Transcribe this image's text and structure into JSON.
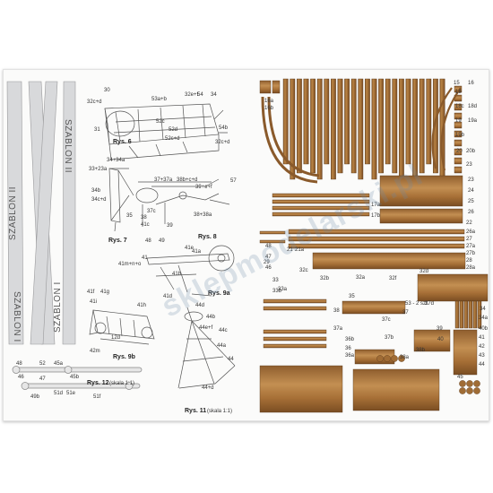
{
  "template_labels": [
    "SZABLON II",
    "SZABLON II",
    "SZABLON I",
    "SZABLON I"
  ],
  "figure_titles": {
    "rys6": "Rys. 6",
    "rys7": "Rys. 7",
    "rys8": "Rys. 8",
    "rys9a": "Rys. 9a",
    "rys9b": "Rys. 9b",
    "rys11": "Rys. 11",
    "rys11_scale": "(skala 1:1)",
    "rys12": "Rys. 12",
    "rys12_scale": "(skala 1:1)"
  },
  "left_labels": [
    "30",
    "32c+d",
    "31",
    "32c+d",
    "32e+f",
    "34",
    "35",
    "34b",
    "33+23a",
    "34+34a",
    "34c+d",
    "37+37a",
    "38b+c+d",
    "39+e+f",
    "37c",
    "38",
    "41c",
    "38+38a",
    "57",
    "48",
    "49",
    "39",
    "41",
    "41a",
    "41b",
    "41d",
    "41m+n+o",
    "41e",
    "41f",
    "41g",
    "41h",
    "41i",
    "42m",
    "44b",
    "44c",
    "44d",
    "44+d",
    "44e+f",
    "44a",
    "44",
    "45a",
    "45b",
    "46",
    "47",
    "48",
    "49b",
    "51d",
    "51e",
    "51f",
    "52",
    "52c",
    "52d",
    "52c+d",
    "53a+b",
    "54",
    "54b",
    "12d"
  ],
  "right_labels": [
    "15",
    "16",
    "16a",
    "16b",
    "18",
    "18c",
    "18d",
    "19",
    "19a",
    "19b",
    "20",
    "20b",
    "21",
    "21a",
    "23",
    "24",
    "25",
    "26",
    "17a",
    "17b",
    "22",
    "23",
    "26a",
    "27",
    "27a",
    "27b",
    "28",
    "28a",
    "29",
    "32a",
    "32b",
    "32c",
    "32d",
    "32f",
    "33",
    "33a",
    "33b",
    "34",
    "34a",
    "35",
    "36",
    "36a",
    "36b",
    "37",
    "37a",
    "37b",
    "37c",
    "37d",
    "38",
    "38a",
    "38b",
    "39",
    "40",
    "40b",
    "41",
    "42",
    "43",
    "44",
    "45",
    "46",
    "47",
    "48"
  ],
  "annotation": "53 - 2 szt.",
  "watermark": "sklepmodelarski.pl",
  "colors": {
    "wood_dark": "#8a5a2b",
    "wood_mid": "#b07a3e",
    "wood_light": "#c99a5c",
    "line": "#555555",
    "template_fill": "#d9dadc"
  }
}
